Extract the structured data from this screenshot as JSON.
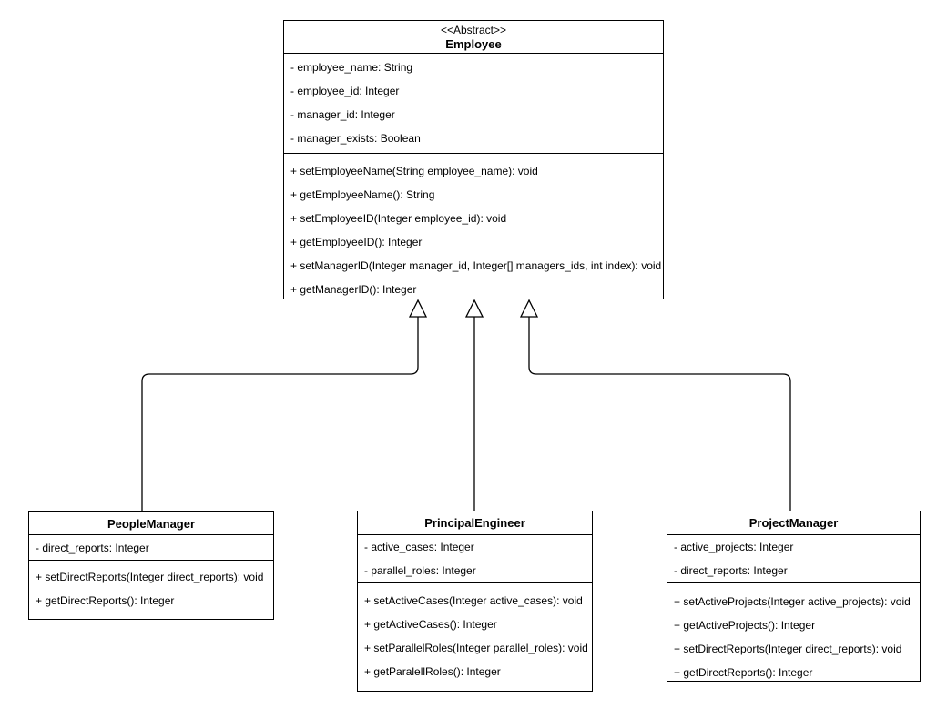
{
  "diagram": {
    "kind": "uml-class-diagram",
    "colors": {
      "stroke": "#000000",
      "shape_fill": "#ffffff",
      "background": "#ffffff"
    },
    "classes": {
      "employee": {
        "stereotype": "<<Abstract>>",
        "name": "Employee",
        "attributes": [
          "- employee_name: String",
          "- employee_id: Integer",
          "- manager_id: Integer",
          "- manager_exists: Boolean"
        ],
        "methods": [
          "+ setEmployeeName(String employee_name): void",
          "+ getEmployeeName(): String",
          "+ setEmployeeID(Integer employee_id): void",
          "+ getEmployeeID(): Integer",
          "+ setManagerID(Integer manager_id, Integer[] managers_ids, int index): void",
          "+ getManagerID(): Integer"
        ]
      },
      "people_manager": {
        "name": "PeopleManager",
        "attributes": [
          "- direct_reports: Integer"
        ],
        "methods": [
          "+ setDirectReports(Integer direct_reports): void",
          "+ getDirectReports(): Integer"
        ]
      },
      "principal_engineer": {
        "name": "PrincipalEngineer",
        "attributes": [
          "- active_cases: Integer",
          "- parallel_roles: Integer"
        ],
        "methods": [
          "+ setActiveCases(Integer active_cases): void",
          "+ getActiveCases(): Integer",
          "+ setParallelRoles(Integer parallel_roles): void",
          "+ getParalellRoles(): Integer"
        ]
      },
      "project_manager": {
        "name": "ProjectManager",
        "attributes": [
          "- active_projects: Integer",
          "- direct_reports: Integer"
        ],
        "methods": [
          "+ setActiveProjects(Integer active_projects): void",
          "+ getActiveProjects(): Integer",
          "+ setDirectReports(Integer direct_reports): void",
          "+ getDirectReports(): Integer"
        ]
      }
    },
    "relationships": [
      {
        "from": "PeopleManager",
        "to": "Employee",
        "type": "generalization",
        "arrowhead": "hollow-triangle"
      },
      {
        "from": "PrincipalEngineer",
        "to": "Employee",
        "type": "generalization",
        "arrowhead": "hollow-triangle"
      },
      {
        "from": "ProjectManager",
        "to": "Employee",
        "type": "generalization",
        "arrowhead": "hollow-triangle"
      }
    ]
  }
}
